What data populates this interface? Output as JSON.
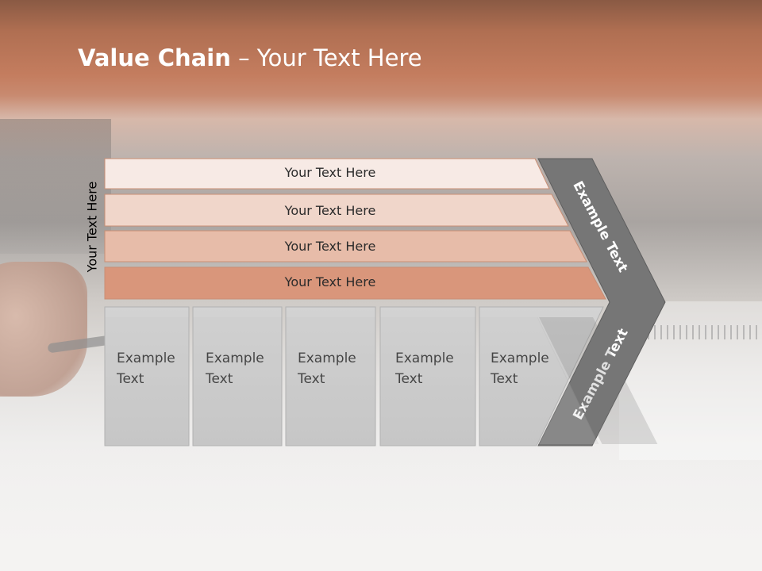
{
  "slide": {
    "title_bold": "Value Chain",
    "title_rest": " – Your Text Here",
    "vertical_label": "Your Text Here"
  },
  "bars": [
    {
      "label": "Your Text Here",
      "color": "#f7eae5"
    },
    {
      "label": "Your Text Here",
      "color": "#f0d6ca"
    },
    {
      "label": "Your Text Here",
      "color": "#e7bca9"
    },
    {
      "label": "Your Text Here",
      "color": "#d9967b"
    }
  ],
  "boxes": [
    {
      "line1": "Example",
      "line2": "Text"
    },
    {
      "line1": "Example",
      "line2": "Text"
    },
    {
      "line1": "Example",
      "line2": "Text"
    },
    {
      "line1": "Example",
      "line2": "Text"
    },
    {
      "line1": "Example",
      "line2": "Text"
    }
  ],
  "arrow": {
    "top_label": "Example Text",
    "bottom_label": "Example Text",
    "color": "#767676"
  },
  "colors": {
    "box_fill": "#cdcdcd",
    "box_stroke": "#b1b1b1",
    "bar_stroke": "#c98e74"
  }
}
